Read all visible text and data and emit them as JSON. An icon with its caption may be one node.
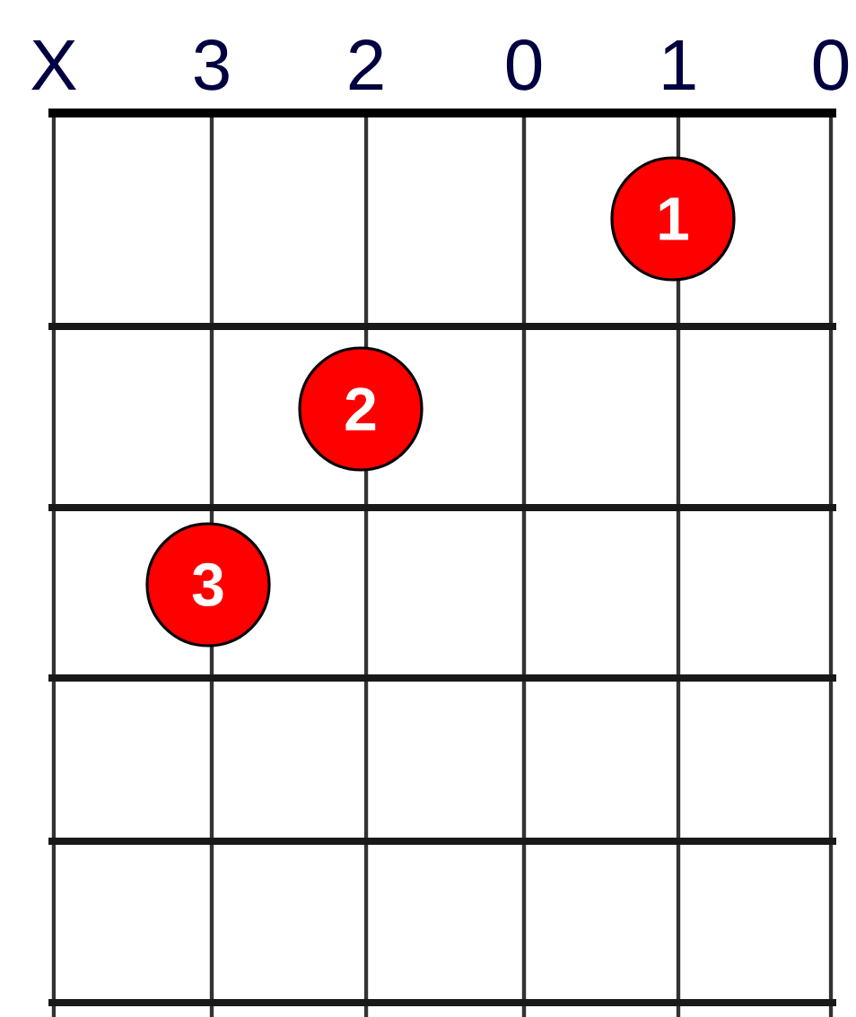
{
  "diagram": {
    "nodes": [
      {
        "text": [
          "1"
        ]
      },
      {
        "text": [
          "2"
        ]
      },
      {
        "text": [
          "3"
        ]
      }
    ],
    "labels": [
      "X",
      "3",
      "2",
      "0",
      "1",
      "0"
    ]
  }
}
